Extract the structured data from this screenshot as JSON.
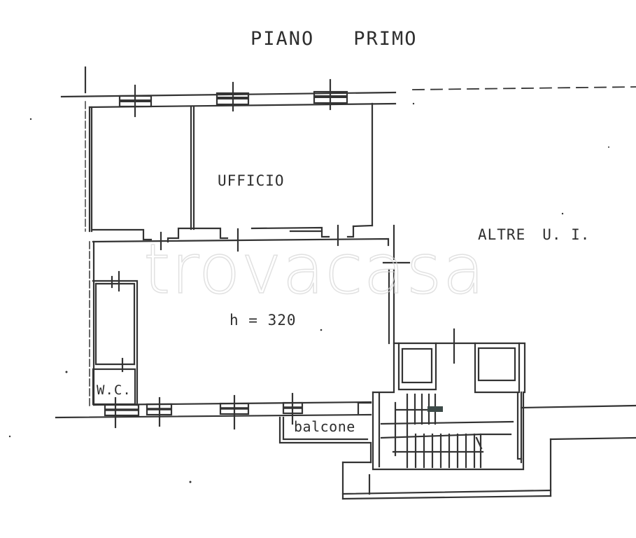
{
  "plan": {
    "title": {
      "word1": "PIANO",
      "word2": "PRIMO"
    },
    "rooms": {
      "office": "UFFICIO",
      "other_units": {
        "word1": "ALTRE",
        "word2": "U. I."
      },
      "height_note": "h = 320",
      "wc": "W.C.",
      "balcony": "balcone"
    },
    "watermark": "trovacasa",
    "colors": {
      "line": "#333333",
      "background": "#ffffff",
      "watermark": "#d7d7d7"
    }
  }
}
